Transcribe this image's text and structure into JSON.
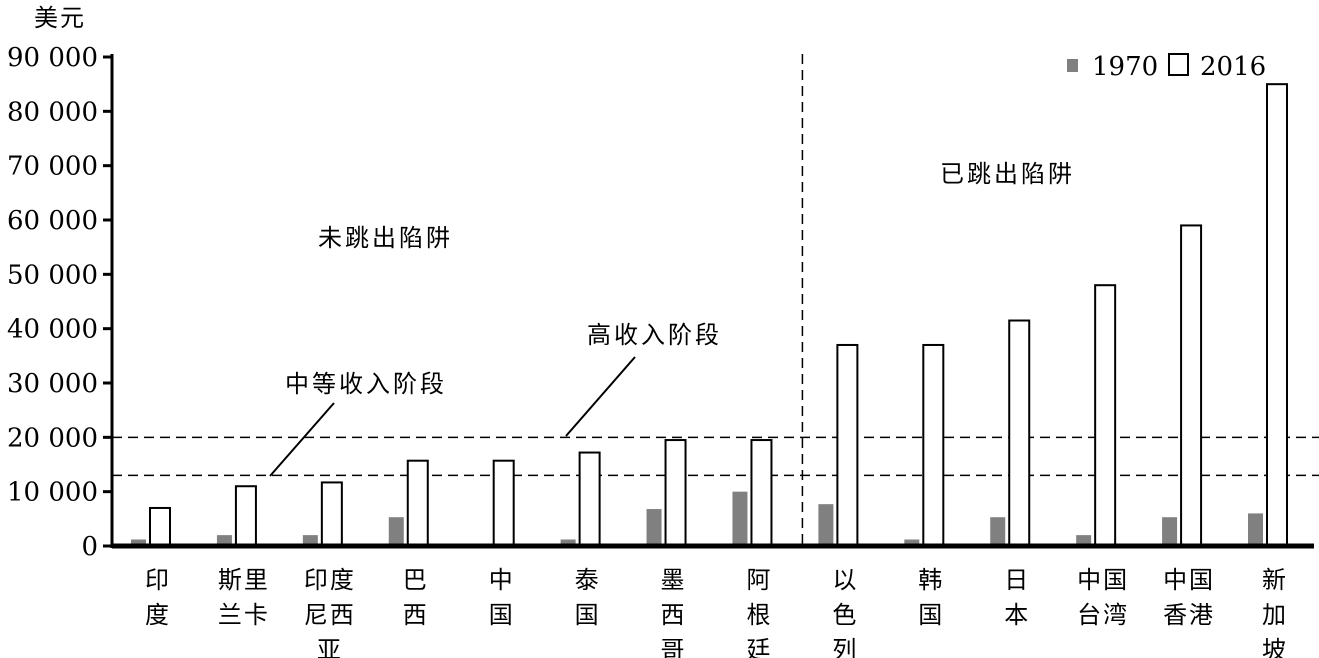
{
  "chart_data": {
    "type": "bar",
    "ylabel": "美元",
    "ylim": [
      0,
      90000
    ],
    "yticks": [
      0,
      10000,
      20000,
      30000,
      40000,
      50000,
      60000,
      70000,
      80000,
      90000
    ],
    "ytick_labels": [
      "0",
      "10 000",
      "20 000",
      "30 000",
      "40 000",
      "50 000",
      "60 000",
      "70 000",
      "80 000",
      "90 000"
    ],
    "grid": false,
    "legend_position": "top-right",
    "categories": [
      [
        "印",
        "度"
      ],
      [
        "斯里",
        "兰卡"
      ],
      [
        "印度",
        "尼西",
        "亚"
      ],
      [
        "巴",
        "西"
      ],
      [
        "中",
        "国"
      ],
      [
        "泰",
        "国"
      ],
      [
        "墨",
        "西",
        "哥"
      ],
      [
        "阿",
        "根",
        "廷"
      ],
      [
        "以",
        "色",
        "列"
      ],
      [
        "韩",
        "国"
      ],
      [
        "日",
        "本"
      ],
      [
        "中国",
        "台湾"
      ],
      [
        "中国",
        "香港"
      ],
      [
        "新",
        "加",
        "坡"
      ]
    ],
    "series": [
      {
        "name": "1970",
        "color": "#808080",
        "values": [
          1200,
          2000,
          2000,
          5300,
          0,
          1200,
          6800,
          10000,
          7700,
          1200,
          5300,
          2000,
          5300,
          6000
        ]
      },
      {
        "name": "2016",
        "color": "#ffffff",
        "values": [
          7000,
          11000,
          11700,
          15700,
          15700,
          17200,
          19500,
          19500,
          37000,
          37000,
          41500,
          48000,
          59000,
          85000
        ]
      }
    ],
    "reference_lines": [
      {
        "value": 20000,
        "style": "dashed"
      },
      {
        "value": 13000,
        "style": "dashed"
      }
    ],
    "divider_after_category_index": 7,
    "annotations": {
      "left_region": "未跳出陷阱",
      "right_region": "已跳出陷阱",
      "upper_line": "高收入阶段",
      "lower_line": "中等收入阶段"
    }
  }
}
